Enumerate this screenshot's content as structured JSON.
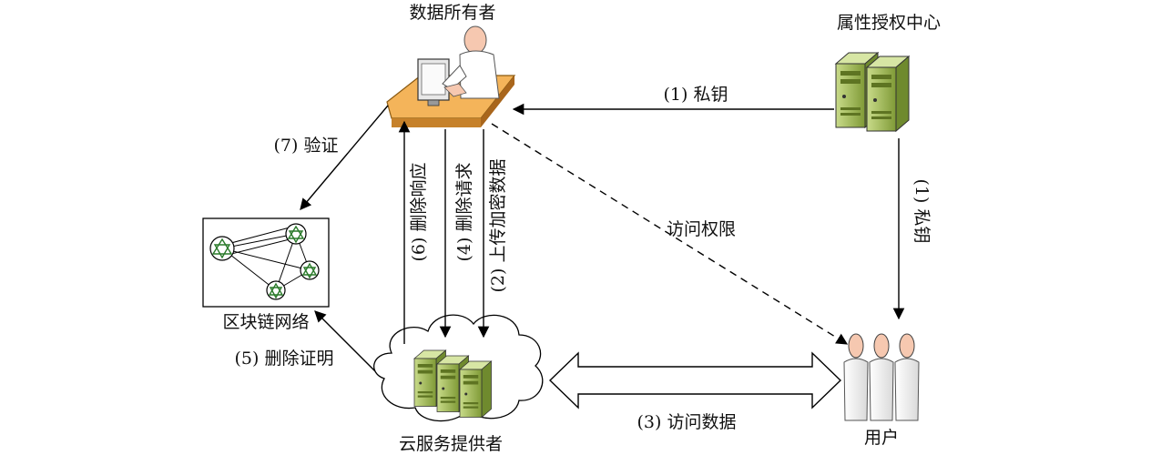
{
  "nodes": {
    "data_owner": "数据所有者",
    "attribute_authority": "属性授权中心",
    "blockchain": "区块链网络",
    "cloud_provider": "云服务提供者",
    "users": "用户"
  },
  "edges": {
    "private_key_to_owner": "(1) 私钥",
    "private_key_to_users": "(1) 私钥",
    "upload_encrypted": "(2) 上传加密数据",
    "access_data": "(3) 访问数据",
    "delete_request": "(4) 删除请求",
    "delete_proof": "(5) 删除证明",
    "delete_response": "(6) 删除响应",
    "verify": "(7) 验证",
    "access_permission": "访问权限"
  },
  "colors": {
    "server_green": "#a7bf5c",
    "server_dark": "#6f8a2e",
    "desk": "#f4b45a",
    "skin": "#f6c8b0",
    "line": "#000000"
  }
}
